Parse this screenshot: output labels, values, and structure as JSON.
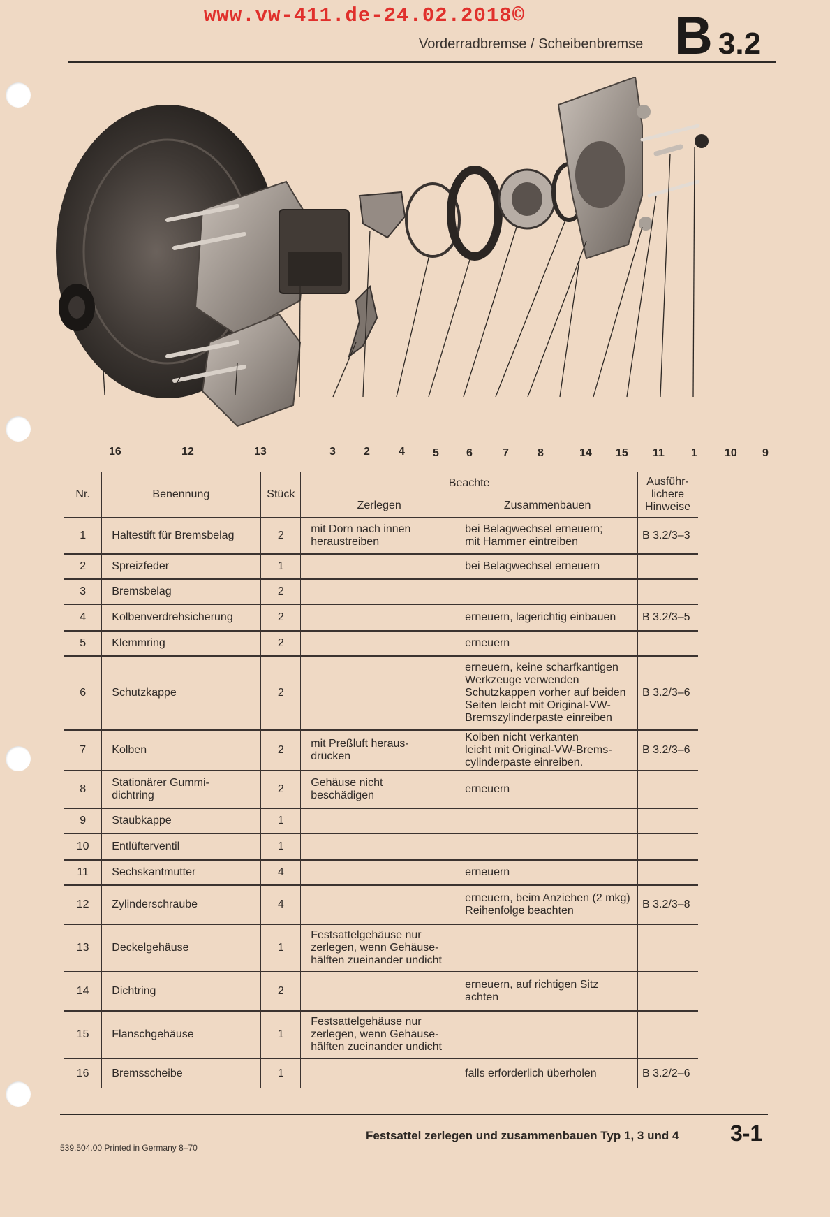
{
  "watermark": "www.vw-411.de-24.02.2018©",
  "header": {
    "subtitle": "Vorderradbremse / Scheibenbremse",
    "code_letter": "B",
    "code_number": "3.2"
  },
  "figure": {
    "callouts": [
      "16",
      "12",
      "13",
      "3",
      "2",
      "4",
      "5",
      "6",
      "7",
      "8",
      "14",
      "15",
      "11",
      "1",
      "10",
      "9"
    ]
  },
  "table": {
    "headers": {
      "nr": "Nr.",
      "name": "Benennung",
      "qty": "Stück",
      "beachte": "Beachte",
      "zerlegen": "Zerlegen",
      "zusammenbauen": "Zusammenbauen",
      "hinweise": [
        "Ausführ-",
        "lichere",
        "Hinweise"
      ]
    },
    "rows": [
      {
        "nr": "1",
        "name": [
          "Haltestift für Bremsbelag"
        ],
        "qty": "2",
        "zerlegen": [
          "mit Dorn nach innen",
          "heraustreiben"
        ],
        "zus": [
          "bei Belagwechsel erneuern;",
          "mit Hammer eintreiben"
        ],
        "ref": "B 3.2/3–3",
        "h": 52
      },
      {
        "nr": "2",
        "name": [
          "Spreizfeder"
        ],
        "qty": "1",
        "zerlegen": [],
        "zus": [
          "bei Belagwechsel erneuern"
        ],
        "ref": "",
        "h": 36
      },
      {
        "nr": "3",
        "name": [
          "Bremsbelag"
        ],
        "qty": "2",
        "zerlegen": [],
        "zus": [],
        "ref": "",
        "h": 36
      },
      {
        "nr": "4",
        "name": [
          "Kolbenverdrehsicherung"
        ],
        "qty": "2",
        "zerlegen": [],
        "zus": [
          "erneuern, lagerichtig einbauen"
        ],
        "ref": "B 3.2/3–5",
        "h": 38
      },
      {
        "nr": "5",
        "name": [
          "Klemmring"
        ],
        "qty": "2",
        "zerlegen": [],
        "zus": [
          "erneuern"
        ],
        "ref": "",
        "h": 36
      },
      {
        "nr": "6",
        "name": [
          "Schutzkappe"
        ],
        "qty": "2",
        "zerlegen": [],
        "zus": [
          "erneuern, keine scharfkantigen",
          "Werkzeuge verwenden",
          "Schutzkappen vorher auf beiden",
          "Seiten leicht mit Original-VW-",
          "Bremszylinderpaste einreiben"
        ],
        "ref": "B 3.2/3–6",
        "h": 106
      },
      {
        "nr": "7",
        "name": [
          "Kolben"
        ],
        "qty": "2",
        "zerlegen": [
          "mit Preßluft heraus-",
          "drücken"
        ],
        "zus": [
          "Kolben nicht verkanten",
          "leicht mit Original-VW-Brems-",
          "cylinderpaste einreiben."
        ],
        "ref": "B 3.2/3–6",
        "h": 56
      },
      {
        "nr": "8",
        "name": [
          "Stationärer Gummi-",
          "dichtring"
        ],
        "qty": "2",
        "zerlegen": [
          "Gehäuse nicht",
          "beschädigen"
        ],
        "zus": [
          "erneuern"
        ],
        "ref": "",
        "h": 54
      },
      {
        "nr": "9",
        "name": [
          "Staubkappe"
        ],
        "qty": "1",
        "zerlegen": [],
        "zus": [],
        "ref": "",
        "h": 36
      },
      {
        "nr": "10",
        "name": [
          "Entlüfterventil"
        ],
        "qty": "1",
        "zerlegen": [],
        "zus": [],
        "ref": "",
        "h": 38
      },
      {
        "nr": "11",
        "name": [
          "Sechskantmutter"
        ],
        "qty": "4",
        "zerlegen": [],
        "zus": [
          "erneuern"
        ],
        "ref": "",
        "h": 36
      },
      {
        "nr": "12",
        "name": [
          "Zylinderschraube"
        ],
        "qty": "4",
        "zerlegen": [],
        "zus": [
          "erneuern, beim Anziehen (2 mkg)",
          "Reihenfolge beachten"
        ],
        "ref": "B 3.2/3–8",
        "h": 56
      },
      {
        "nr": "13",
        "name": [
          "Deckelgehäuse"
        ],
        "qty": "1",
        "zerlegen": [
          "Festsattelgehäuse nur",
          "zerlegen, wenn Gehäuse-",
          "hälften zueinander undicht"
        ],
        "zus": [],
        "ref": "",
        "h": 68
      },
      {
        "nr": "14",
        "name": [
          "Dichtring"
        ],
        "qty": "2",
        "zerlegen": [],
        "zus": [
          "erneuern, auf richtigen Sitz",
          "achten"
        ],
        "ref": "",
        "h": 56
      },
      {
        "nr": "15",
        "name": [
          "Flanschgehäuse"
        ],
        "qty": "1",
        "zerlegen": [
          "Festsattelgehäuse nur",
          "zerlegen, wenn Gehäuse-",
          "hälften zueinander undicht"
        ],
        "zus": [],
        "ref": "",
        "h": 68
      },
      {
        "nr": "16",
        "name": [
          "Bremsscheibe"
        ],
        "qty": "1",
        "zerlegen": [],
        "zus": [
          "falls erforderlich überholen"
        ],
        "ref": "B 3.2/2–6",
        "h": 42
      }
    ]
  },
  "footer": {
    "title": "Festsattel zerlegen und zusammenbauen Typ 1, 3 und 4",
    "page": "3-1",
    "print_info": "539.504.00   Printed in Germany   8–70"
  }
}
